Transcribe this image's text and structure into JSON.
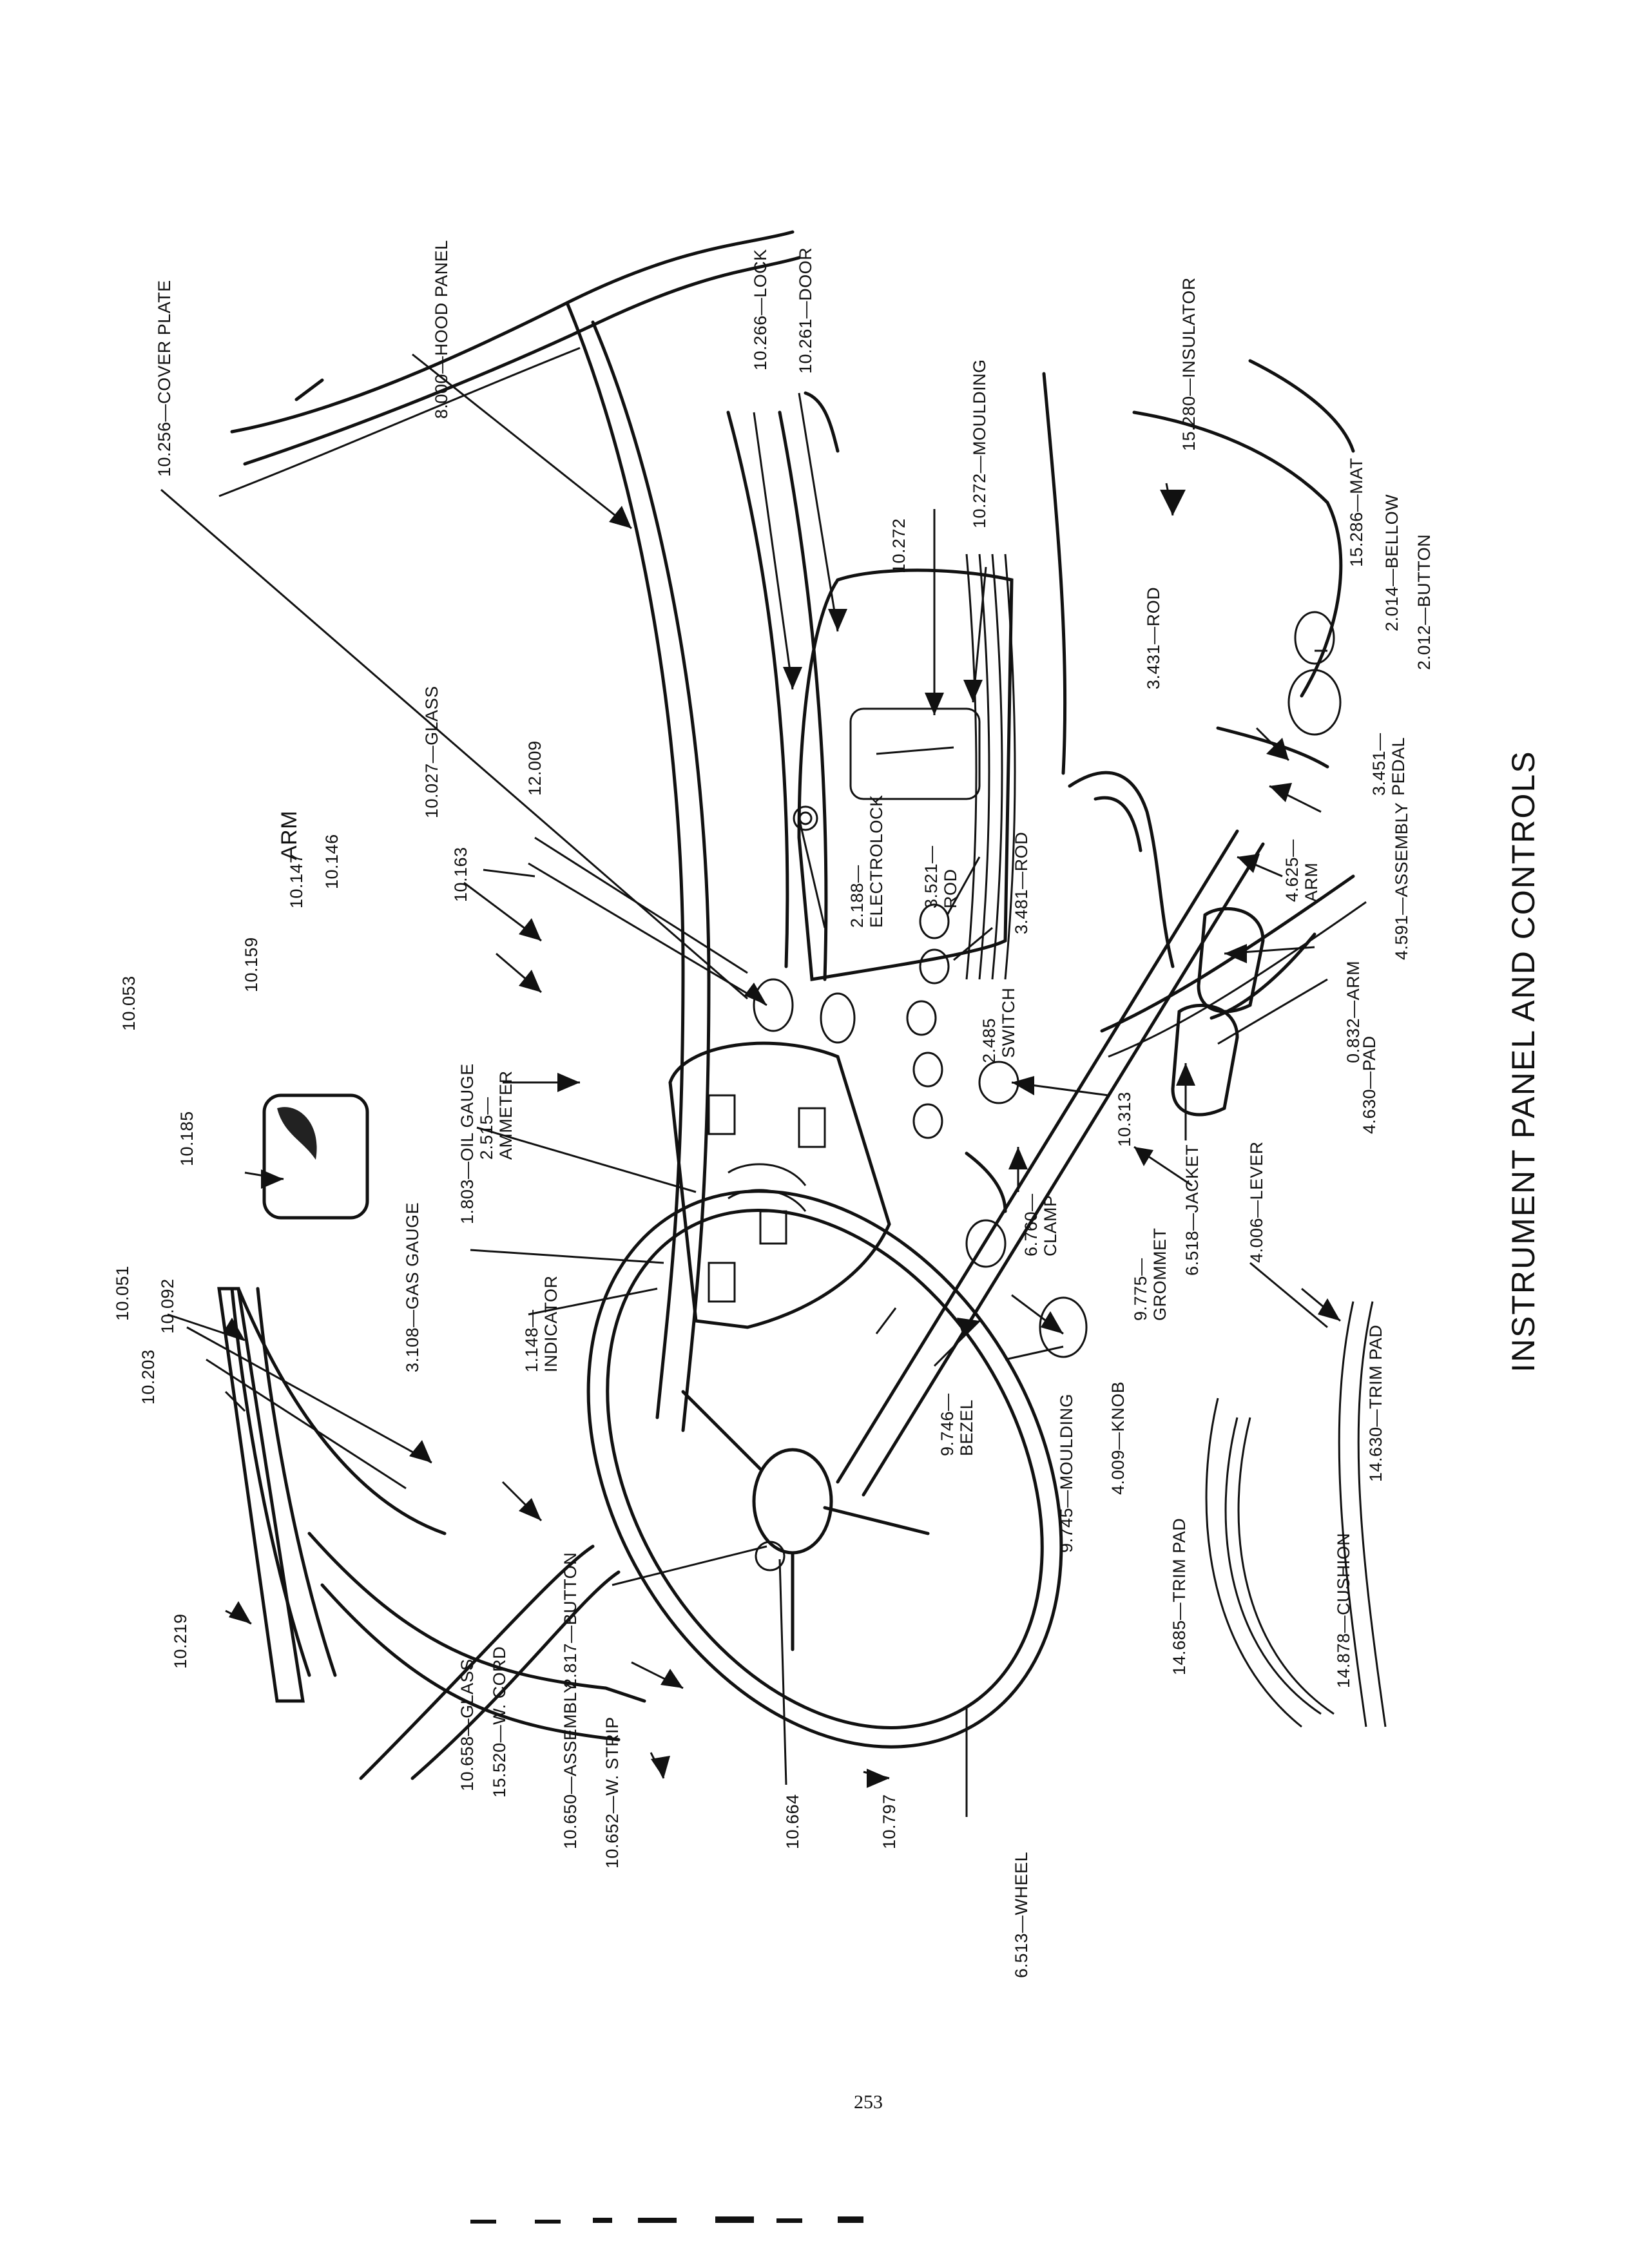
{
  "title": "INSTRUMENT PANEL AND CONTROLS",
  "page_number": "253",
  "labels": {
    "cover_plate": "10.256—COVER PLATE",
    "hood_panel": "8.000—HOOD PANEL",
    "lock": "10.266—LOCK",
    "door": "10.261—DOOR",
    "moulding_272": "10.272—MOULDING",
    "insulator": "15.280—INSULATOR",
    "mat": "15.286—MAT",
    "bellow": "2.014—BELLOW",
    "button_2012": "2.012—BUTTON",
    "rod_3431": "3.431—ROD",
    "pedal_3451": "3.451—\nPEDAL",
    "assembly_4591": "4.591—ASSEMBLY",
    "arm_4625": "4.625—\nARM",
    "arm_0832": "0.832—ARM",
    "pad_4630": "4.630—PAD",
    "lever": "4.006—LEVER",
    "jacket": "6.518—JACKET",
    "grommet": "9.775—\nGROMMET",
    "clamp": "6.760—\nCLAMP",
    "part_10313": "10.313",
    "switch_2485": "2.485\n SWITCH",
    "rod_3481": "3.481—ROD",
    "rod_3521": "3.521—\nROD",
    "electrolock": "2.188—\nELECTROLOCK",
    "part_10272": "10.272",
    "part_12009": "12.009",
    "glass_10027": "10.027—GLASS",
    "arm_word": "ARM",
    "part_10146": "10.146",
    "part_10147": "10.147",
    "part_10163": "10.163",
    "part_10159": "10.159",
    "part_10053": "10.053",
    "part_10185": "10.185",
    "ammeter": "2.515—\nAMMETER",
    "oil_gauge": "1.803—OIL GAUGE",
    "gas_gauge": "3.108—GAS GAUGE",
    "indicator": "1.148—\nINDICATOR",
    "part_10051": "10.051",
    "part_10092": "10.092",
    "part_10203": "10.203",
    "part_10219": "10.219",
    "bezel": "9.746—\nBEZEL",
    "moulding_9745": "9.745—MOULDING",
    "knob": "4.009—KNOB",
    "trim_pad_14685": "14.685—TRIM PAD",
    "cushion": "14.878—CUSHION",
    "trim_pad_14630": "14.630—TRIM PAD",
    "glass_10658": "10.658—GLASS",
    "wcord": "15.520—W. CORD",
    "button_2817": "2.817—BUTTON",
    "assembly_10650": "10.650—ASSEMBLY",
    "wstrip": "10.652—W. STRIP",
    "part_10664": "10.664",
    "part_10797": "10.797",
    "wheel": "6.513—WHEEL"
  }
}
